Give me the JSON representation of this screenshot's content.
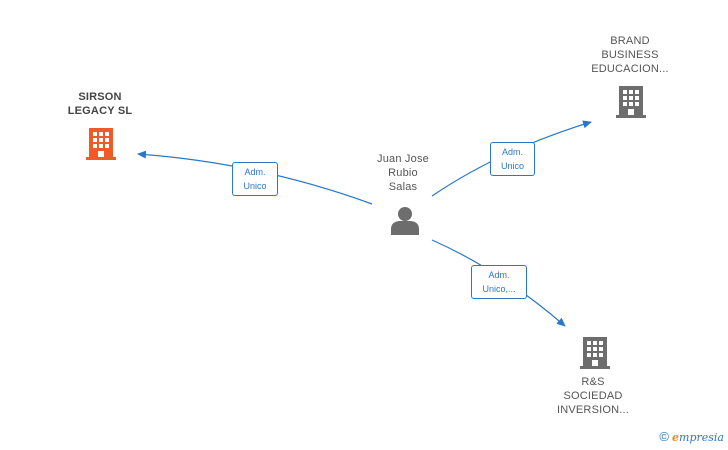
{
  "colors": {
    "edge": "#2a78c5",
    "highlight_company": "#f05a28",
    "company": "#6d6d6d",
    "person": "#6d6d6d"
  },
  "nodes": {
    "person": {
      "lines": [
        "Juan Jose",
        "Rubio",
        "Salas"
      ],
      "icon": "person-icon"
    },
    "sirson": {
      "lines": [
        "SIRSON",
        "LEGACY  SL"
      ],
      "icon": "building-icon"
    },
    "brand": {
      "lines": [
        "BRAND",
        "BUSINESS",
        "EDUCACION..."
      ],
      "icon": "building-icon"
    },
    "rs": {
      "lines": [
        "R&S",
        "SOCIEDAD",
        "INVERSION..."
      ],
      "icon": "building-icon"
    }
  },
  "edges": {
    "sirson": [
      "Adm.",
      "Unico"
    ],
    "brand": [
      "Adm.",
      "Unico"
    ],
    "rs": [
      "Adm.",
      "Unico,..."
    ]
  },
  "footer": {
    "copyright": "©",
    "brand_initial": "e",
    "brand_rest": "mpresia"
  }
}
